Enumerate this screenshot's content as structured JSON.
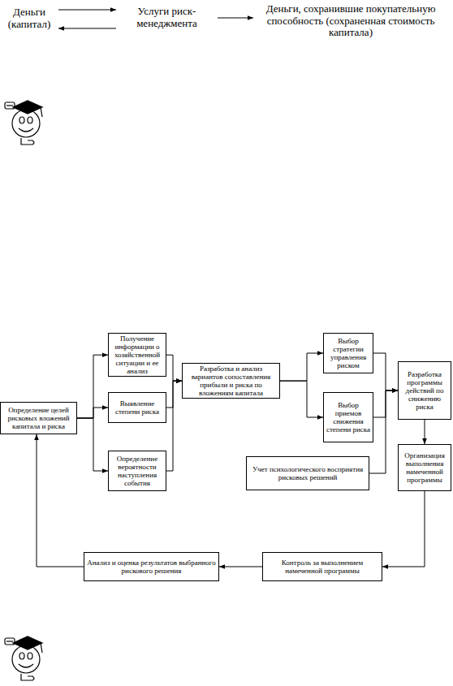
{
  "diagram": {
    "nodes": [
      {
        "text": [
          "Деньги (капитал)"
        ]
      },
      {
        "text": [
          "Услуги риск-менеджмента"
        ]
      },
      {
        "text": [
          "Деньги, сохранившие покупательную способность (сохраненная стоимость капитала)"
        ]
      },
      {
        "text": [
          "Определение целей рисковых вложений капитала и риска"
        ]
      },
      {
        "text": [
          "Получение информации о хозяйственной ситуации и ее анализ"
        ]
      },
      {
        "text": [
          "Выявление степени риска"
        ]
      },
      {
        "text": [
          "Определение вероятности наступления события"
        ]
      },
      {
        "text": [
          "Разработка и анализ вариантов сопоставления прибыли и риска по вложениям капитала"
        ]
      },
      {
        "text": [
          "Выбор стратегии управления риском"
        ]
      },
      {
        "text": [
          "Выбор приемов снижения степени риска"
        ]
      },
      {
        "text": [
          "Учет психологического восприятия рисковых решений"
        ]
      },
      {
        "text": [
          "Разработка программы действий по снижению риска"
        ]
      },
      {
        "text": [
          "Организация выполнения намеченной программы"
        ]
      },
      {
        "text": [
          "Контроль за выполнением намеченной программы"
        ]
      },
      {
        "text": [
          "Анализ и оценка результатов выбранного рискового решения"
        ]
      }
    ],
    "edges": [
      {
        "from": 0,
        "to": 1,
        "arrow": "to"
      },
      {
        "from": 1,
        "to": 0,
        "arrow": "to"
      },
      {
        "from": 1,
        "to": 2,
        "arrow": "to"
      },
      {
        "from": 3,
        "to": 4,
        "arrow": "to"
      },
      {
        "from": 3,
        "to": 5,
        "arrow": "to"
      },
      {
        "from": 3,
        "to": 6,
        "arrow": "to"
      },
      {
        "from": 4,
        "to": 7,
        "arrow": "to"
      },
      {
        "from": 5,
        "to": 7,
        "arrow": "to"
      },
      {
        "from": 6,
        "to": 7,
        "arrow": "to"
      },
      {
        "from": 7,
        "to": 8,
        "arrow": "to"
      },
      {
        "from": 7,
        "to": 9,
        "arrow": "to"
      },
      {
        "from": 8,
        "to": 11,
        "arrow": "to"
      },
      {
        "from": 9,
        "to": 11,
        "arrow": "to"
      },
      {
        "from": 10,
        "to": 11,
        "arrow": "to"
      },
      {
        "from": 11,
        "to": 12,
        "arrow": "to"
      },
      {
        "from": 12,
        "to": 13,
        "arrow": "to"
      },
      {
        "from": 13,
        "to": 14,
        "arrow": "to"
      },
      {
        "from": 14,
        "to": 3,
        "arrow": "to"
      }
    ]
  }
}
